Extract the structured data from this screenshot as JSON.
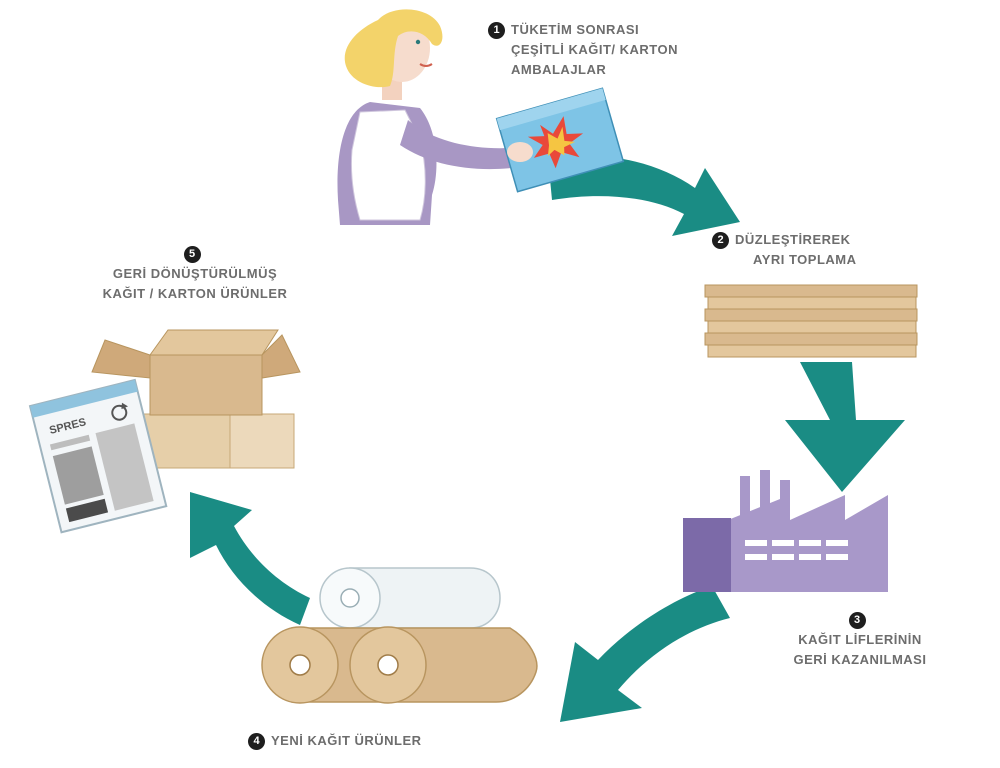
{
  "steps": [
    {
      "num": "1",
      "lines": [
        "TÜKETİM SONRASI",
        "ÇEŞİTLİ KAĞIT/ KARTON",
        "AMBALAJLAR"
      ]
    },
    {
      "num": "2",
      "lines": [
        "DÜZLEŞTİREREK",
        "AYRI TOPLAMA"
      ]
    },
    {
      "num": "3",
      "lines": [
        "KAĞIT LİFLERİNİN",
        "GERİ KAZANILMASI"
      ]
    },
    {
      "num": "4",
      "lines": [
        "YENİ KAĞIT ÜRÜNLER"
      ]
    },
    {
      "num": "5",
      "lines": [
        "GERİ DÖNÜŞTÜRÜLMÜŞ",
        "KAĞIT / KARTON ÜRÜNLER"
      ]
    }
  ],
  "newspaper": {
    "masthead": "SPRES"
  },
  "colors": {
    "arrow": "#1a8c84",
    "figure_dress": "#a897c4",
    "hair": "#f3d36a",
    "box_blue": "#7ec4e6",
    "factory": "#a898c9",
    "factory_dark": "#7c6aa8",
    "cardboard": "#d9b98e",
    "cardboard_light": "#ecd9bb",
    "paper_white": "#f3f6f8"
  },
  "icons": [
    "woman-with-package-icon",
    "flattened-cardboard-stack-icon",
    "factory-icon",
    "paper-rolls-icon",
    "cardboard-boxes-icon",
    "newspaper-icon",
    "recycle-icon",
    "cycle-arrow-icon"
  ]
}
